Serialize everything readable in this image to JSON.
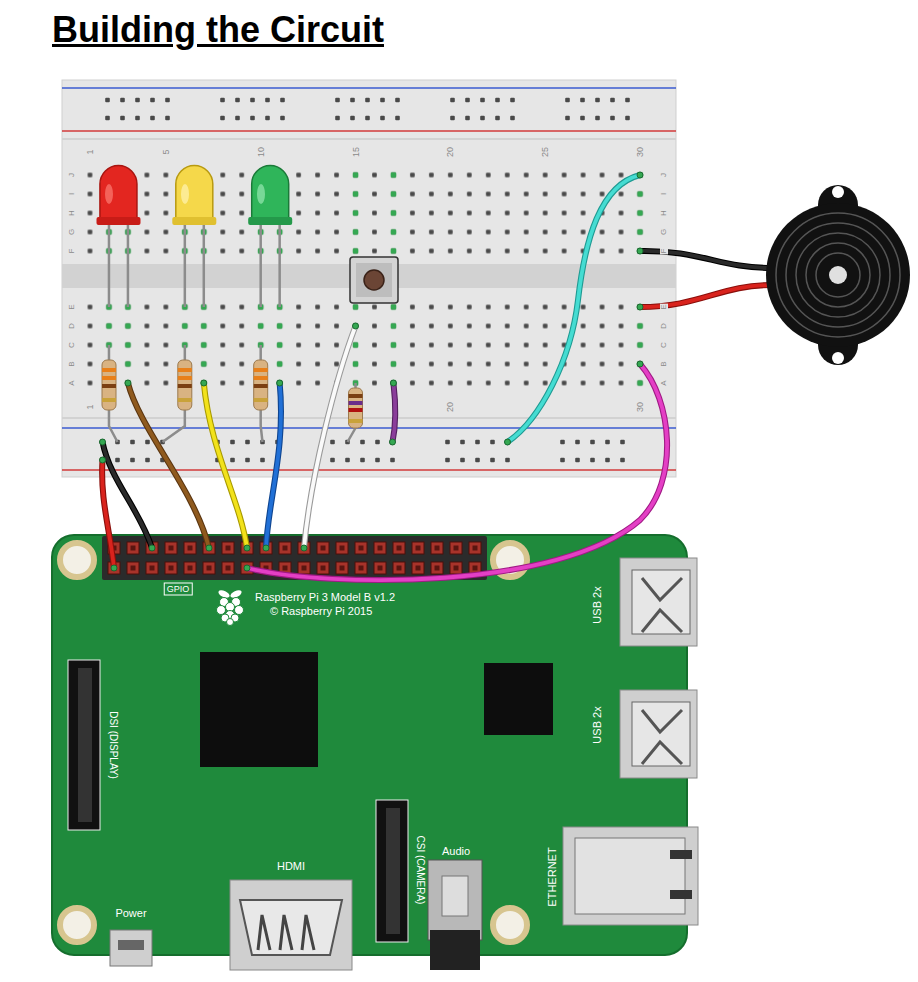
{
  "diagram": {
    "title": "Building the Circuit",
    "labels": [
      "1",
      "5",
      "10",
      "15",
      "20",
      "25",
      "30",
      "J",
      "I",
      "H",
      "G",
      "F",
      "J",
      "I",
      "H",
      "G",
      "F",
      "E",
      "D",
      "C",
      "B",
      "A",
      "E",
      "D",
      "C",
      "B",
      "A",
      "1",
      "20",
      "30",
      "GPIO",
      "Raspberry Pi 3 Model B v1.2",
      "© Raspberry Pi 2015",
      "USB 2x",
      "USB 2x",
      "DSI (DISPLAY)",
      "HDMI",
      "CSI (CAMERA)",
      "Audio",
      "ETHERNET",
      "Power"
    ]
  }
}
